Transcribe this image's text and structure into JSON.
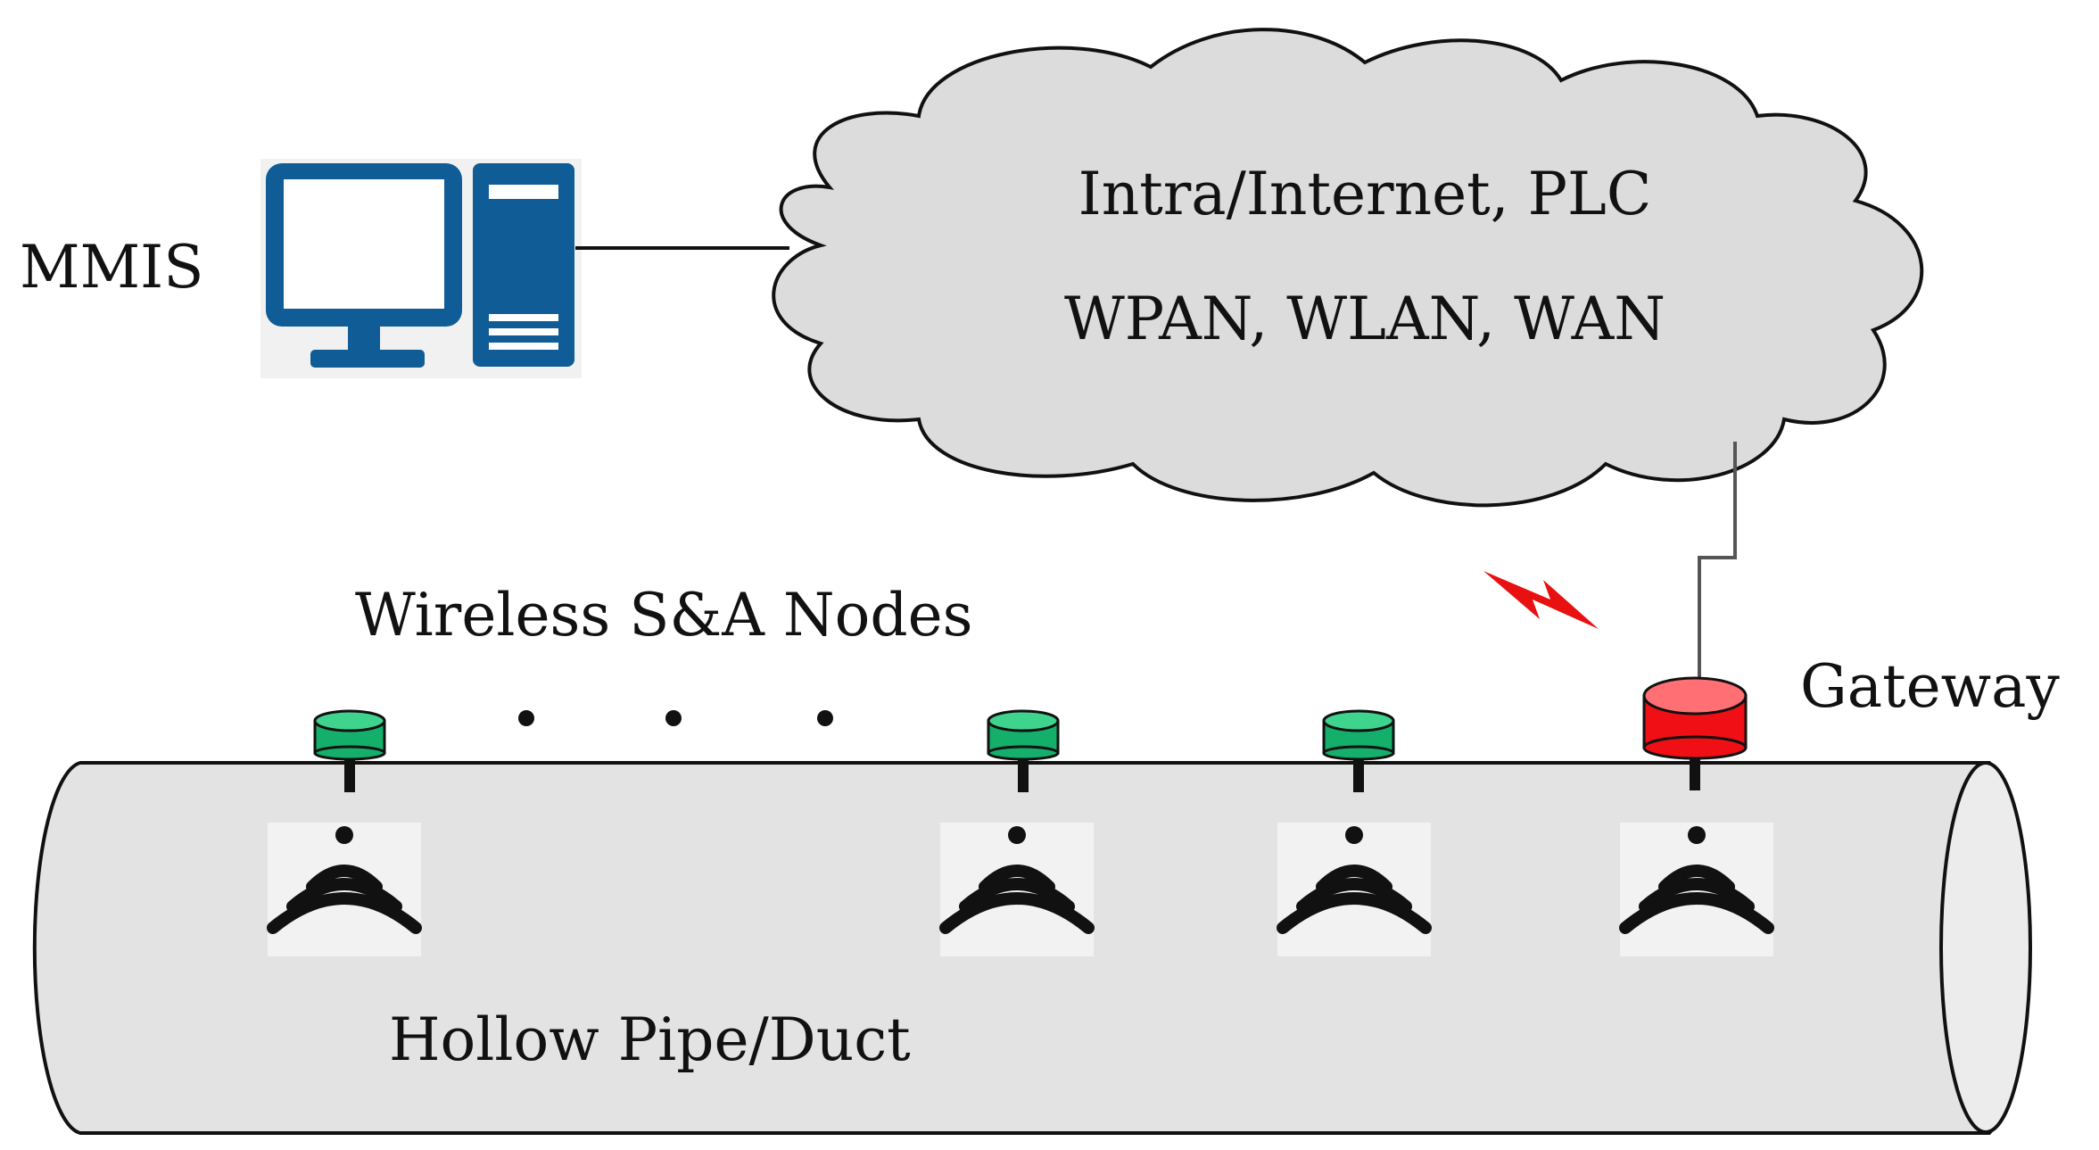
{
  "labels": {
    "mmis": "MMIS",
    "cloud_line1": "Intra/Internet, PLC",
    "cloud_line2": "WPAN, WLAN, WAN",
    "nodes": "Wireless S&A Nodes",
    "gateway": "Gateway",
    "pipe": "Hollow Pipe/Duct"
  },
  "colors": {
    "computer": "#0f5c97",
    "cloud_fill": "#dcdcdc",
    "pipe_fill": "#e3e3e3",
    "node_green": "#14b06b",
    "gateway_red": "#f00f14",
    "lightning": "#e81010",
    "lines": "#111111"
  },
  "icons": {
    "computer": "desktop-computer-icon",
    "signal": "wireless-signal-icon",
    "lightning": "lightning-bolt-icon"
  }
}
